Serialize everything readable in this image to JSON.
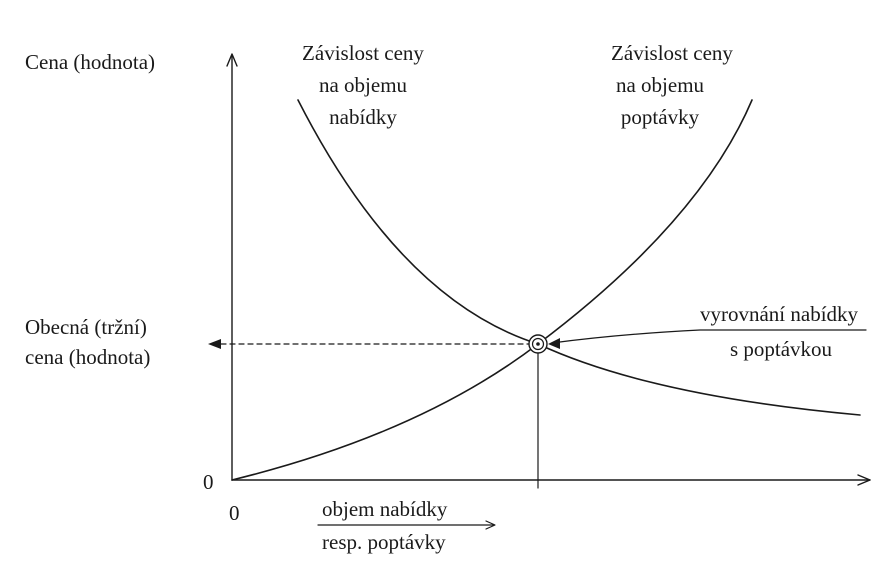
{
  "labels": {
    "y_axis_label": "Cena  (hodnota)",
    "supply_curve_label": [
      "Závislost ceny",
      "na objemu",
      "nabídky"
    ],
    "demand_curve_label": [
      "Závislost ceny",
      "na objemu",
      "poptávky"
    ],
    "equilibrium_price_label": [
      "Obecná  (tržní)",
      "cena (hodnota)"
    ],
    "equilibrium_label": [
      "vyrovnání  nabídky",
      "s  poptávkou"
    ],
    "origin_y": "0",
    "origin_x": "0",
    "x_axis_label": [
      "objem nabídky",
      "resp. poptávky"
    ]
  },
  "colors": {
    "ink": "#1a1a1a",
    "background": "#ffffff"
  }
}
